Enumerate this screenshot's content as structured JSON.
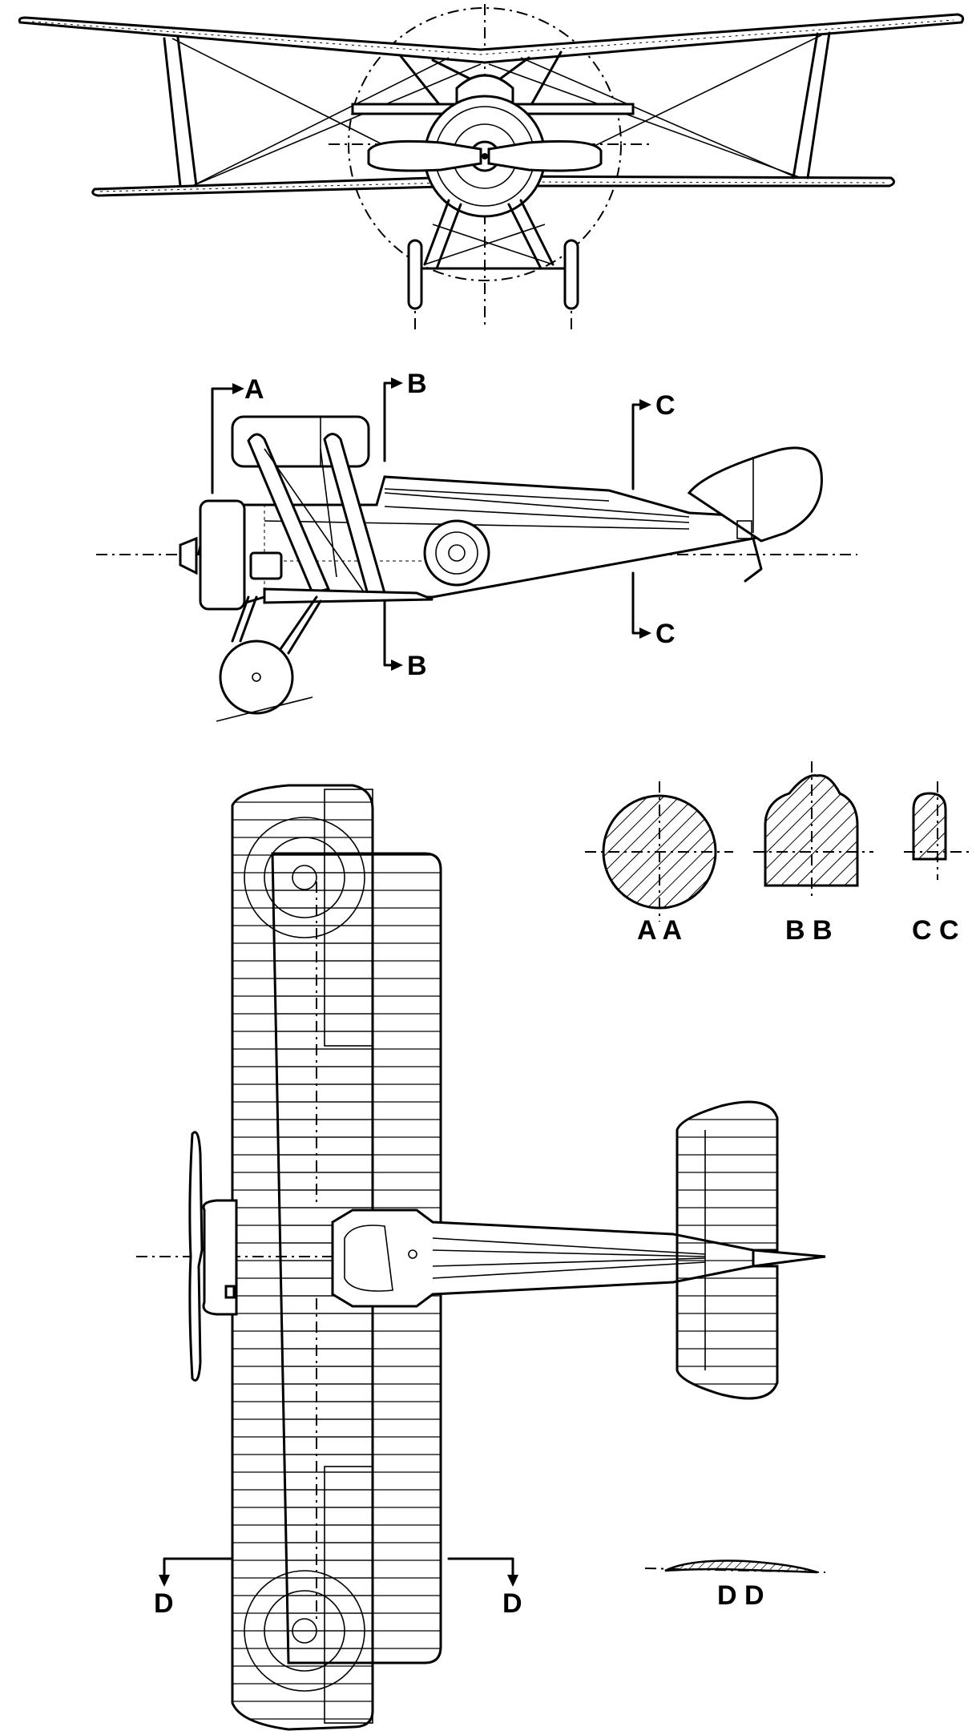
{
  "drawing": {
    "section_markers": {
      "a_top": "A",
      "b_top": "B",
      "b_bottom": "B",
      "c_top": "C",
      "c_bottom": "C",
      "d_left": "D",
      "d_right": "D"
    },
    "section_captions": {
      "aa": "A A",
      "bb": "B B",
      "cc": "C C",
      "dd": "D D"
    }
  }
}
